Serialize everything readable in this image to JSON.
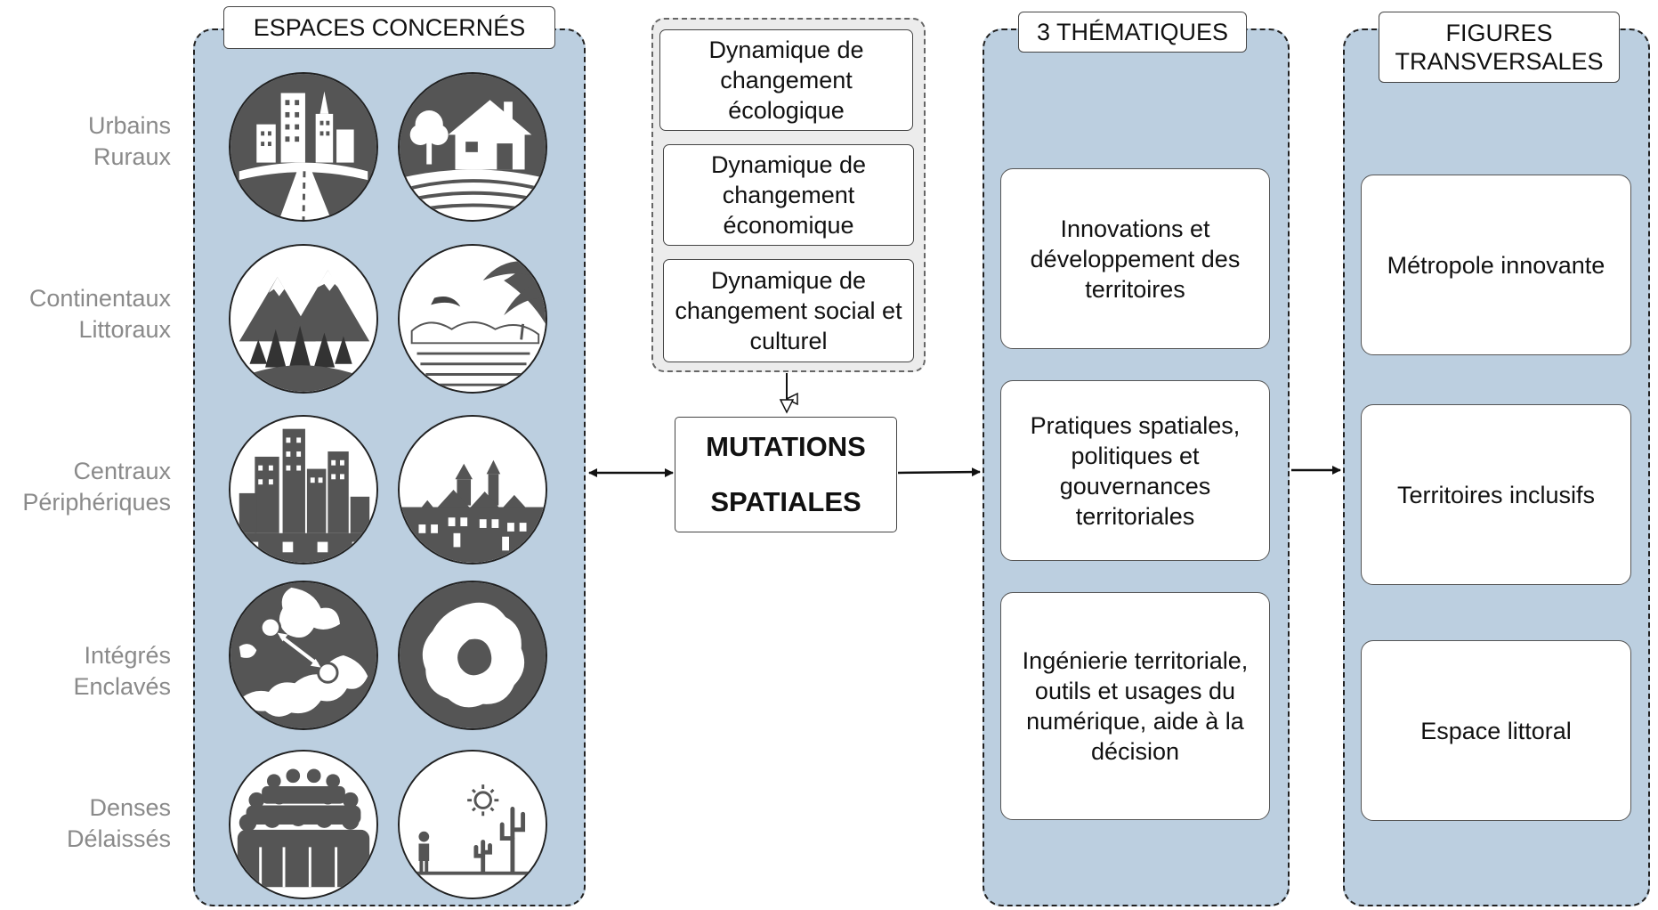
{
  "espaces": {
    "title": "ESPACES CONCERNÉS",
    "rows": [
      {
        "line1": "Urbains",
        "line2": "Ruraux",
        "icons": [
          "city-road-icon",
          "farmhouse-icon"
        ]
      },
      {
        "line1": "Continentaux",
        "line2": "Littoraux",
        "icons": [
          "mountain-forest-icon",
          "tropical-coast-icon"
        ]
      },
      {
        "line1": "Centraux",
        "line2": "Périphériques",
        "icons": [
          "city-skyline-icon",
          "village-icon"
        ]
      },
      {
        "line1": "Intégrés",
        "line2": "Enclavés",
        "icons": [
          "connected-islands-icon",
          "enclave-icon"
        ]
      },
      {
        "line1": "Denses",
        "line2": "Délaissés",
        "icons": [
          "crowd-icon",
          "desert-person-icon"
        ]
      }
    ]
  },
  "dynamiques": [
    "Dynamique de changement écologique",
    "Dynamique de changement économique",
    "Dynamique de changement social et culturel"
  ],
  "mutations": {
    "line1": "MUTATIONS",
    "line2": "SPATIALES"
  },
  "thematiques": {
    "title": "3 THÉMATIQUES",
    "items": [
      "Innovations et développement des territoires",
      "Pratiques spatiales, politiques et gouvernances territoriales",
      "Ingénierie territoriale, outils et usages du numérique, aide à la décision"
    ]
  },
  "figures": {
    "title": "FIGURES TRANSVERSALES",
    "items": [
      "Métropole innovante",
      "Territoires inclusifs",
      "Espace littoral"
    ]
  },
  "colors": {
    "panel_fill": "#bccfe0",
    "icon_dark": "#555555",
    "label_gray": "#8a8a8a"
  }
}
